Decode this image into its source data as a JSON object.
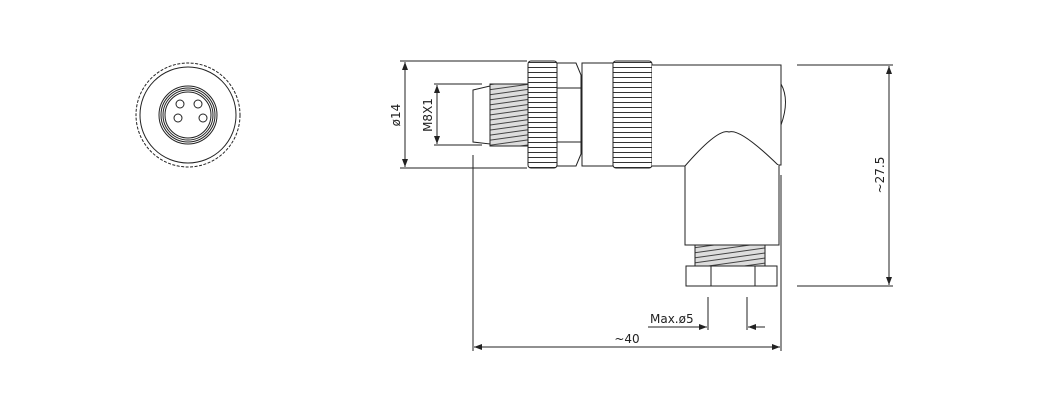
{
  "dimensions": {
    "diameter": "ø14",
    "thread": "M8X1",
    "height": "~27.5",
    "length": "~40",
    "cable": "Max.ø5"
  },
  "colors": {
    "line": "#222222",
    "background": "#ffffff"
  }
}
